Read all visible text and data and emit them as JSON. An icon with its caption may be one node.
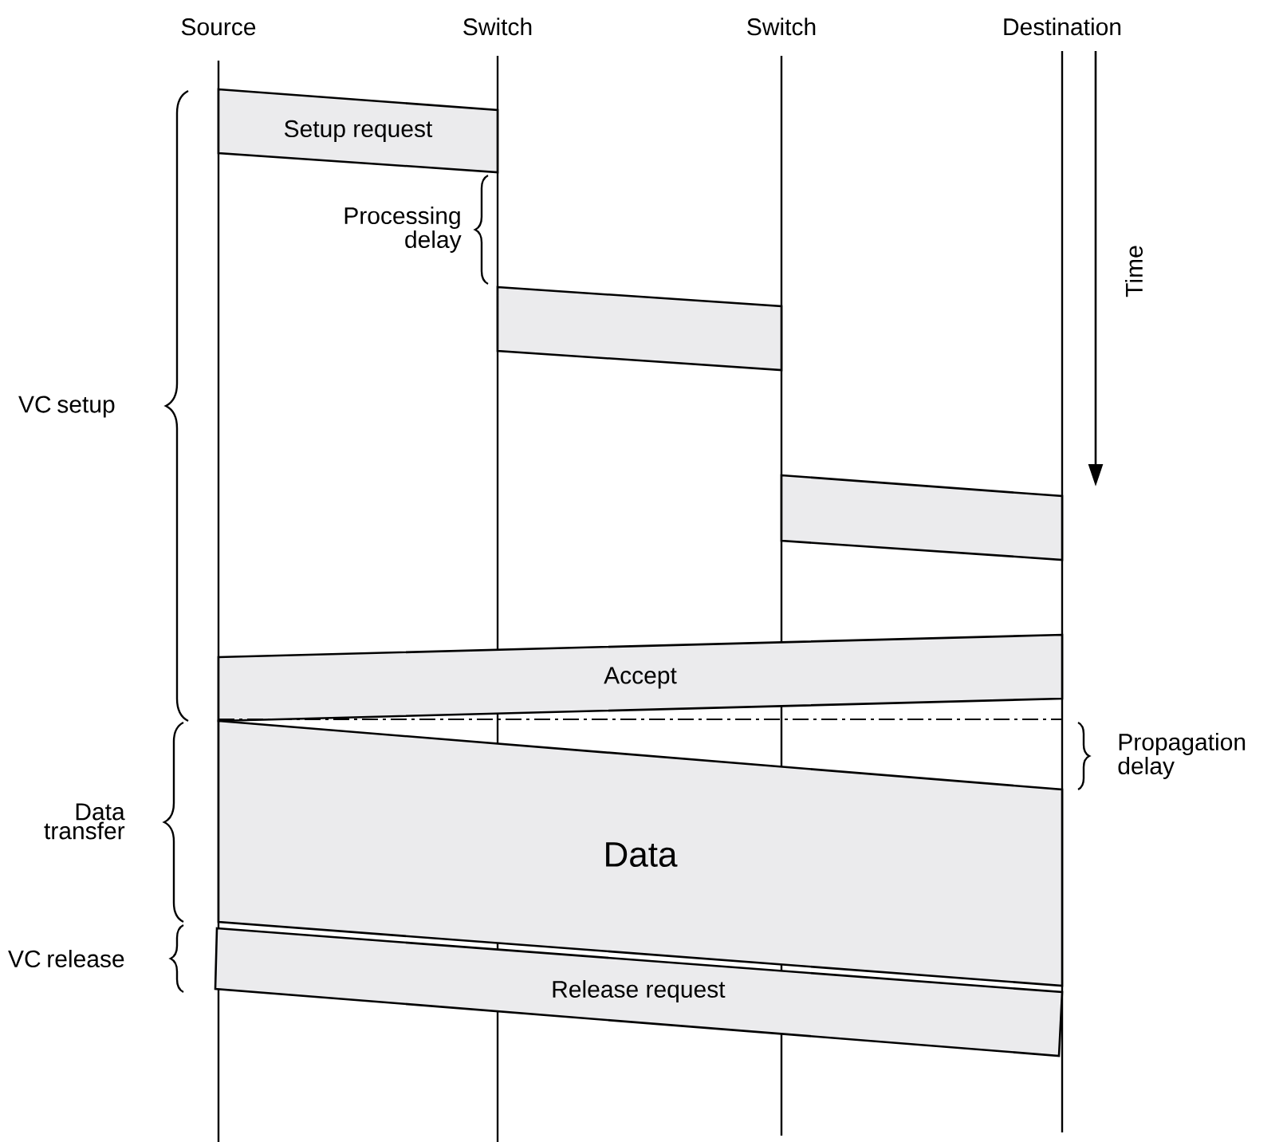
{
  "diagram": {
    "nodes": [
      {
        "text": [
          "Setup request"
        ]
      },
      {
        "text": [],
        "shape": "box"
      },
      {
        "text": [],
        "shape": "box"
      },
      {
        "text": [
          "Accept"
        ]
      },
      {
        "text": [
          "Data"
        ]
      },
      {
        "text": [
          "Release request"
        ]
      }
    ],
    "labels": [
      "Source",
      "Switch",
      "Switch",
      "Destination",
      "Processing delay",
      "Time",
      "VC setup",
      "Propagation delay",
      "Data transfer",
      "VC release"
    ]
  }
}
